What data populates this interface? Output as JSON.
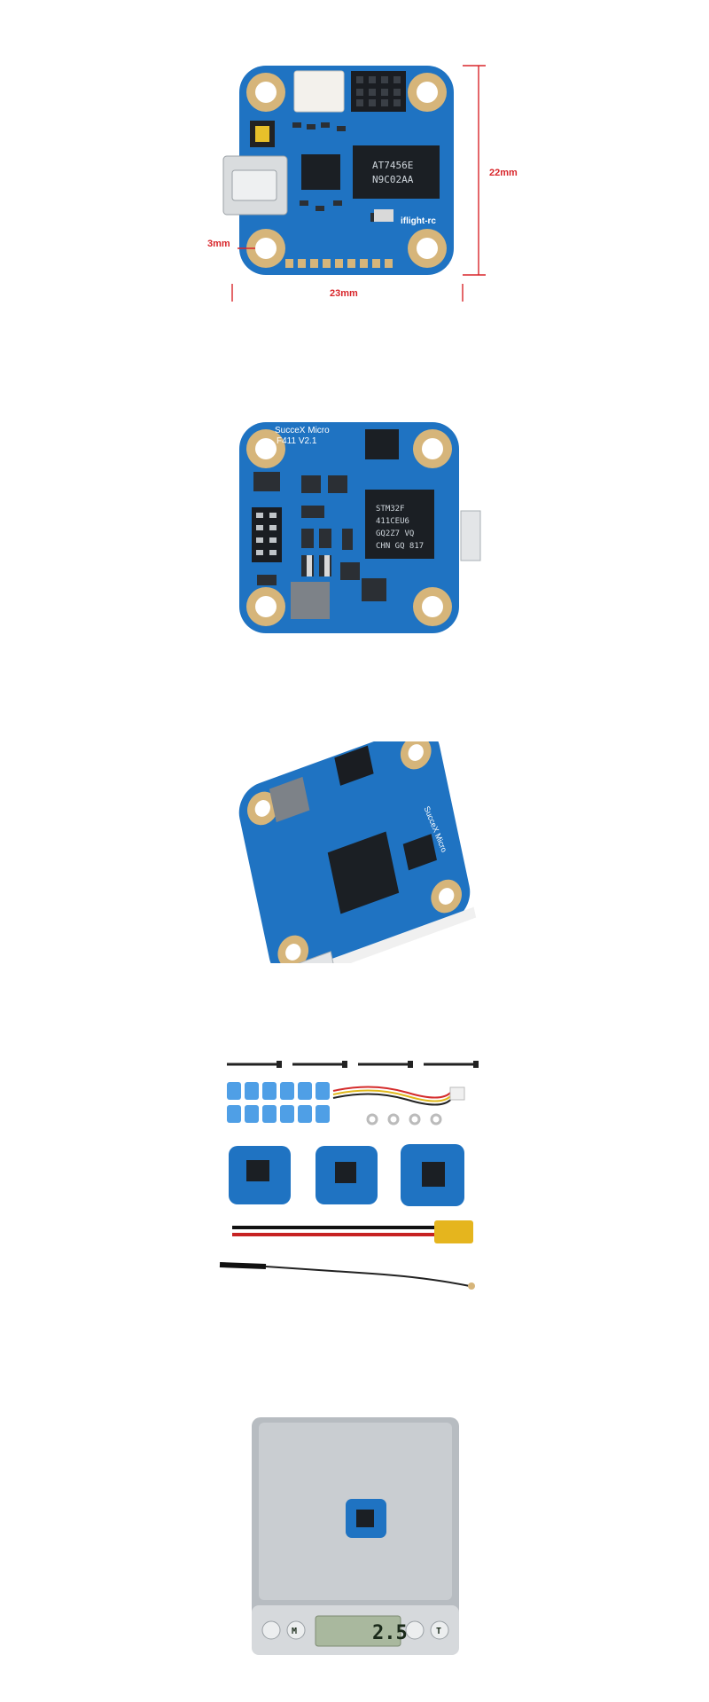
{
  "panel1": {
    "dim_width": "23mm",
    "dim_height": "22mm",
    "dim_hole": "3mm",
    "chip_main": "AT7456E",
    "chip_main_2": "N9C02AA",
    "brand_silk": "iflight-rc"
  },
  "panel2": {
    "board_name": "SucceX Micro",
    "board_version": "F411 V2.1",
    "mcu_line1": "STM32F",
    "mcu_line2": "411CEU6",
    "mcu_line3": "GQ2Z7 VQ",
    "mcu_line4": "CHN GQ 817"
  },
  "panel3": {
    "side_label": "SucceX Micro"
  },
  "panel5": {
    "scale_reading": "2.5",
    "scale_unit_left": "M",
    "scale_unit_right": "T"
  },
  "colors": {
    "pcb_blue": "#1f73c2",
    "pcb_dark": "#17579a",
    "gold": "#d6b57a",
    "dim_red": "#d8262b"
  }
}
